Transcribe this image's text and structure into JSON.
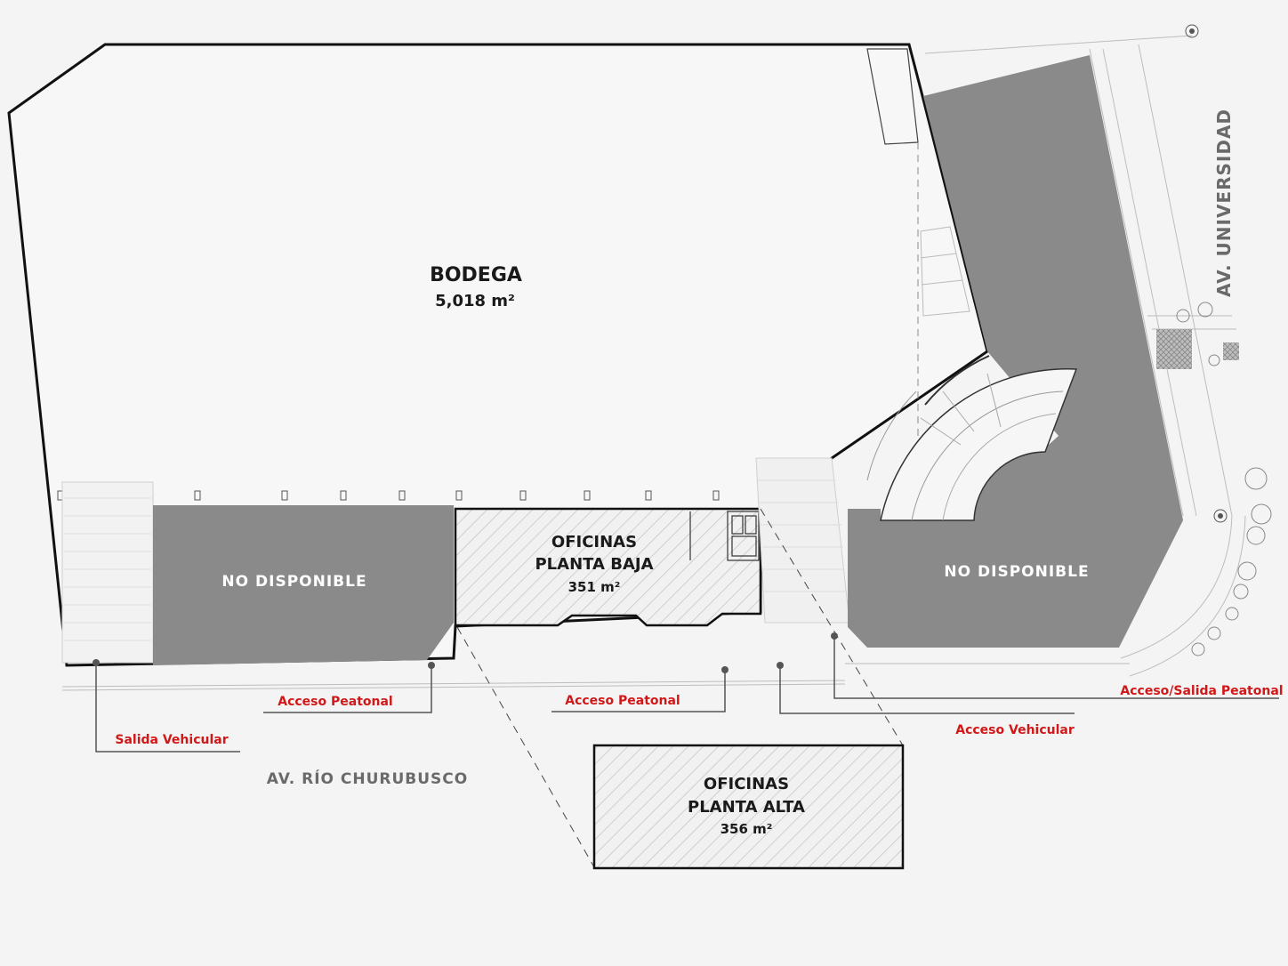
{
  "rooms": {
    "bodega": {
      "name": "BODEGA",
      "area": "5,018 m²"
    },
    "no_disponible_left": {
      "name": "NO DISPONIBLE"
    },
    "no_disponible_right": {
      "name": "NO DISPONIBLE"
    },
    "oficinas_baja": {
      "line1": "OFICINAS",
      "line2": "PLANTA BAJA",
      "area": "351 m²"
    },
    "oficinas_alta": {
      "line1": "OFICINAS",
      "line2": "PLANTA ALTA",
      "area": "356 m²"
    }
  },
  "accesses": {
    "salida_vehicular": "Salida Vehicular",
    "acceso_peatonal_1": "Acceso Peatonal",
    "acceso_peatonal_2": "Acceso Peatonal",
    "acceso_vehicular": "Acceso Vehicular",
    "acceso_salida_peatonal": "Acceso/Salida Peatonal"
  },
  "streets": {
    "south": "AV. RÍO CHURUBUSCO",
    "east": "AV. UNIVERSIDAD"
  },
  "colors": {
    "unavailable": "#8a8a8a",
    "label_red": "#d01818",
    "outline": "#111111"
  }
}
